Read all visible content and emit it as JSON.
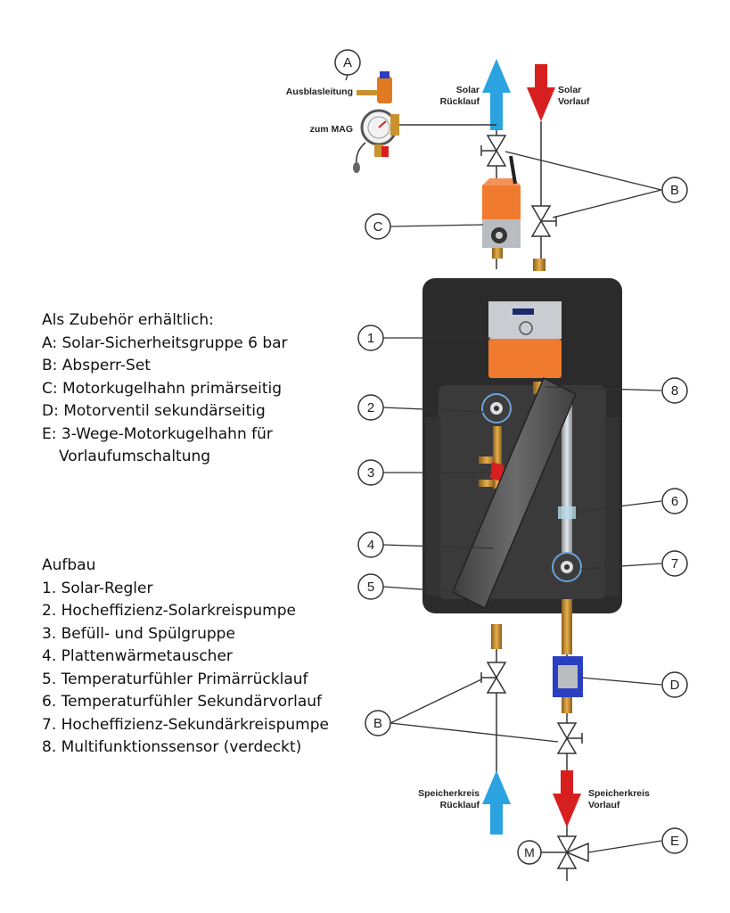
{
  "labels": {
    "ausblasleitung": "Ausblasleitung",
    "zum_mag": "zum MAG",
    "solar_ruecklauf": [
      "Solar",
      "Rücklauf"
    ],
    "solar_vorlauf": [
      "Solar",
      "Vorlauf"
    ],
    "speicher_ruecklauf": [
      "Speicherkreis",
      "Rücklauf"
    ],
    "speicher_vorlauf": [
      "Speicherkreis",
      "Vorlauf"
    ],
    "valve_m": "M"
  },
  "callouts": {
    "letters": [
      "A",
      "B",
      "B",
      "C",
      "D",
      "E"
    ],
    "numbers": [
      "1",
      "2",
      "3",
      "4",
      "5",
      "6",
      "7",
      "8"
    ]
  },
  "accessories": {
    "title": "Als Zubehör erhältlich:",
    "items": [
      "A: Solar-Sicherheitsgruppe 6 bar",
      "B: Absperr-Set",
      "C: Motorkugelhahn primärseitig",
      "D: Motorventil sekundärseitig",
      "E: 3-Wege-Motorkugelhahn für",
      "Vorlaufumschaltung"
    ]
  },
  "aufbau": {
    "title": "Aufbau",
    "items": [
      "1. Solar-Regler",
      "2. Hocheffizienz-Solarkreispumpe",
      "3. Befüll- und Spülgruppe",
      "4. Plattenwärmetauscher",
      "5. Temperaturfühler Primärrücklauf",
      "6. Temperaturfühler Sekundärvorlauf",
      "7. Hocheffizienz-Sekundärkreispumpe",
      "8. Multifunktionssensor (verdeckt)"
    ]
  },
  "colors": {
    "return_arrow": "#2aa3e0",
    "flow_arrow": "#d81f1f",
    "housing": "#2b2b2b",
    "housing_insert": "#3a3a3a",
    "controller_orange": "#f07a2e",
    "controller_grey": "#c9cdd2",
    "brass": "#c8922e",
    "motor_valve_blue": "#2a3fbf",
    "heat_exchanger": "#5a5a5a"
  }
}
